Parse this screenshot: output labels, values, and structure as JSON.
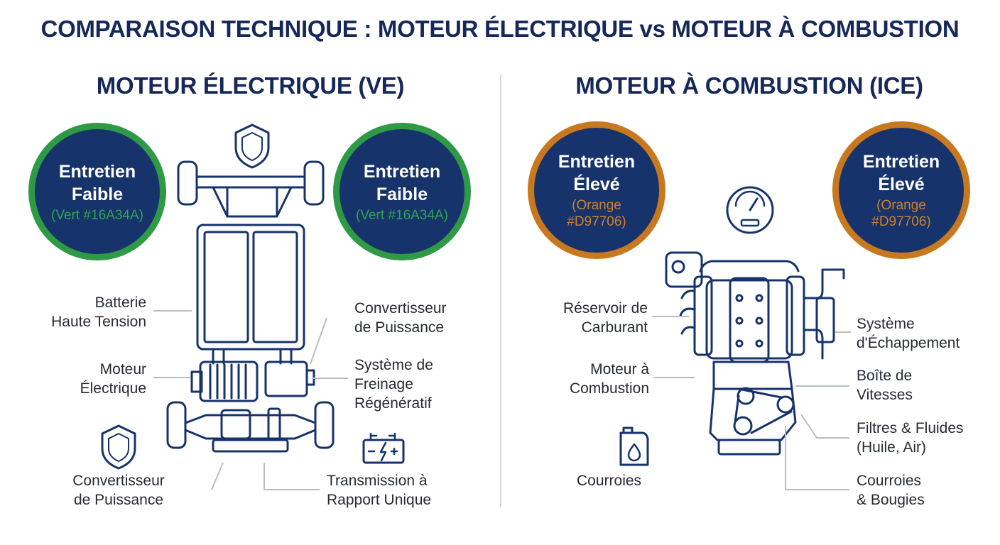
{
  "title": "COMPARAISON TECHNIQUE : MOTEUR ÉLECTRIQUE vs MOTEUR À COMBUSTION",
  "colors": {
    "navy": "#17336C",
    "green": "#16A34A",
    "orange": "#D97706",
    "divider": "#D4D6DA"
  },
  "ev": {
    "title": "MOTEUR ÉLECTRIQUE (VE)",
    "badges": [
      {
        "line1": "Entretien",
        "line2": "Faible",
        "note": "(Vert #16A34A)"
      },
      {
        "line1": "Entretien",
        "line2": "Faible",
        "note": "(Vert #16A34A)"
      }
    ],
    "labels": {
      "battery": [
        "Batterie",
        "Haute Tension"
      ],
      "motor": [
        "Moteur",
        "Électrique"
      ],
      "converter_left": [
        "Convertisseur",
        "de Puissance"
      ],
      "converter_right": [
        "Convertisseur",
        "de Puissance"
      ],
      "braking": [
        "Système de",
        "Freinage",
        "Régénératif"
      ],
      "transmission": [
        "Transmission à",
        "Rapport Unique"
      ]
    },
    "icons": [
      "shield-icon",
      "shield-icon",
      "battery-charge-icon"
    ]
  },
  "ice": {
    "title": "MOTEUR À COMBUSTION (ICE)",
    "badges": [
      {
        "line1": "Entretien",
        "line2": "Élevé",
        "note": "(Orange #D97706)"
      },
      {
        "line1": "Entretien",
        "line2": "Élevé",
        "note": "(Orange #D97706)"
      }
    ],
    "labels": {
      "fuel_tank": [
        "Réservoir de",
        "Carburant"
      ],
      "engine": [
        "Moteur à",
        "Combustion"
      ],
      "belts_left": [
        "Courroies"
      ],
      "exhaust": [
        "Système",
        "d'Échappement"
      ],
      "gearbox": [
        "Boîte de",
        "Vitesses"
      ],
      "filters": [
        "Filtres & Fluides",
        "(Huile, Air)"
      ],
      "belts_plugs": [
        "Courroies",
        "& Bougies"
      ]
    },
    "icons": [
      "gauge-icon",
      "oil-can-icon"
    ]
  }
}
